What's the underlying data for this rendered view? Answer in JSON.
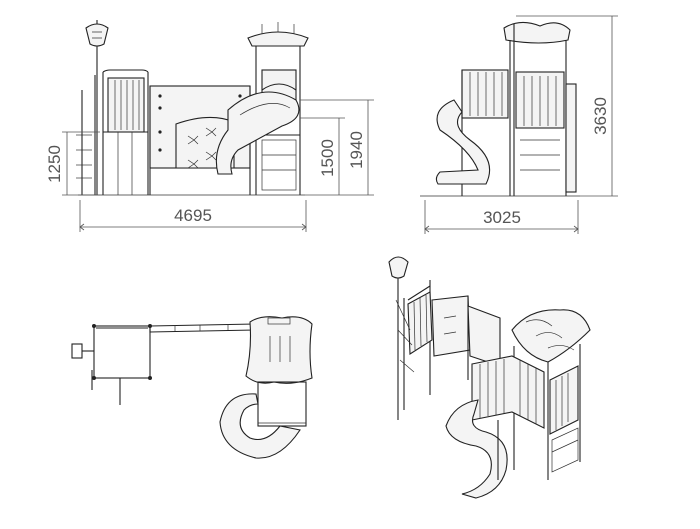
{
  "drawing": {
    "front_view": {
      "width_label": "4695",
      "height_left_label": "1250",
      "height_mid_label": "1500",
      "height_right_label": "1940"
    },
    "side_view": {
      "depth_label": "3025",
      "total_height_label": "3630"
    },
    "colors": {
      "line": "#222222",
      "dimension": "#555555",
      "panel_fill": "#f4f4f4"
    }
  }
}
